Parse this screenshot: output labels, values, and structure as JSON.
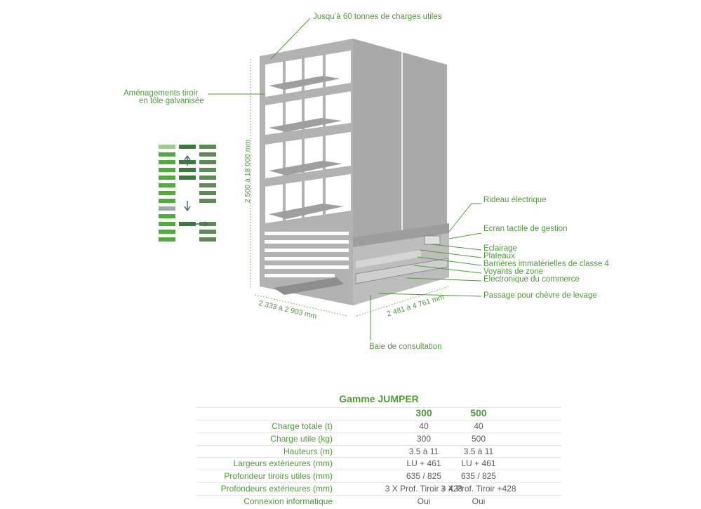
{
  "callouts": {
    "charges": "Jusqu’à 60 tonnes de charges utiles",
    "amenagements_l1": "Aménagements tiroir",
    "amenagements_l2": "en tôle galvanisée",
    "rideau": "Rideau électrique",
    "ecran": "Ecran tactile de gestion",
    "eclairage": "Eclairage",
    "plateaux": "Plateaux",
    "barrieres": "Barrières immatérielles de classe 4",
    "voyants": "Voyants de zone",
    "electronique": "Electronique du commerce",
    "passage": "Passage pour chèvre de levage",
    "baie": "Baie de consultation"
  },
  "dimensions": {
    "height": "2 500 à 18 000 mm",
    "width": "2 333 à 2 903 mm",
    "depth": "2 481 à 4 761 mm"
  },
  "colors": {
    "accent_green": "#4f9a3a",
    "machine_grey": "#a7a7a7"
  },
  "table": {
    "title": "Gamme JUMPER",
    "columns": [
      "300",
      "500"
    ],
    "rows": [
      {
        "label": "Charge totale (t)",
        "v300": "40",
        "v500": "40"
      },
      {
        "label": "Charge utile (kg)",
        "v300": "300",
        "v500": "500"
      },
      {
        "label": "Hauteurs (m)",
        "v300": "3.5 à 11",
        "v500": "3.5 à 11"
      },
      {
        "label": "Largeurs extérieures (mm)",
        "v300": "LU + 461",
        "v500": "LU + 461"
      },
      {
        "label": "Profondeur tiroirs utiles (mm)",
        "v300": "635 / 825",
        "v500": "635 / 825"
      },
      {
        "label": "Profondeurs extérieures (mm)",
        "v300": "3 X Prof. Tiroir + 428",
        "v500": "3 X Prof. Tiroir +428"
      },
      {
        "label": "Connexion informatique",
        "v300": "Oui",
        "v500": "Oui"
      }
    ]
  }
}
